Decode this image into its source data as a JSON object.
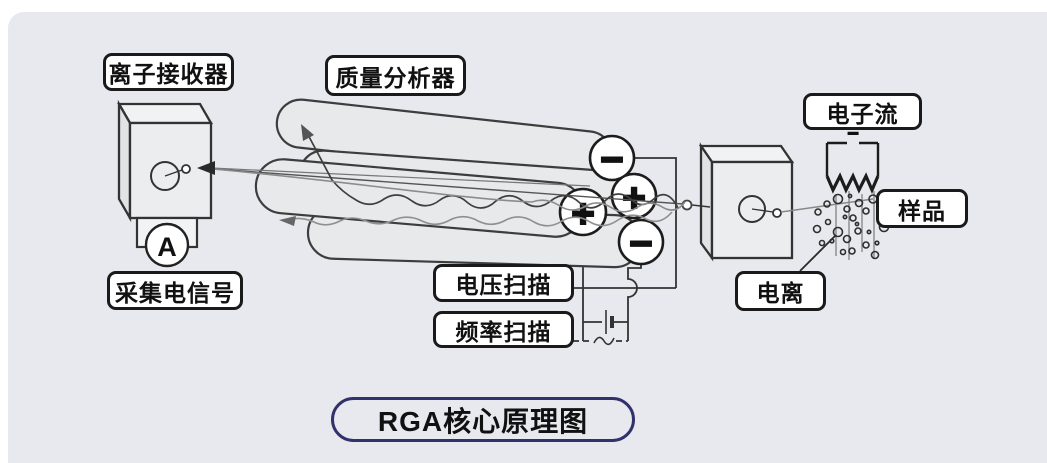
{
  "title": {
    "text": "RGA核心原理图"
  },
  "labels": {
    "ion_receiver": "离子接收器",
    "mass_analyzer": "质量分析器",
    "electron_flow": "电子流",
    "sample": "样品",
    "ionization": "电离",
    "voltage_scan": "电压扫描",
    "frequency_scan": "频率扫描",
    "signal_collection": "采集电信号"
  },
  "symbols": {
    "ammeter": "A",
    "top_rod_polarity": "−",
    "back_rod_polarity": "+",
    "front_rod_polarity": "+",
    "bottom_rod_polarity": "−",
    "filament_polarity": "−"
  },
  "colors": {
    "canvas_background": "#e8e9ee",
    "page_background": "#ffffff",
    "label_border": "#1a1a1a",
    "label_background": "#ffffff",
    "title_border": "#31316b",
    "diagram_outline": "#333333",
    "rod_fill": "#e8e9eb"
  }
}
